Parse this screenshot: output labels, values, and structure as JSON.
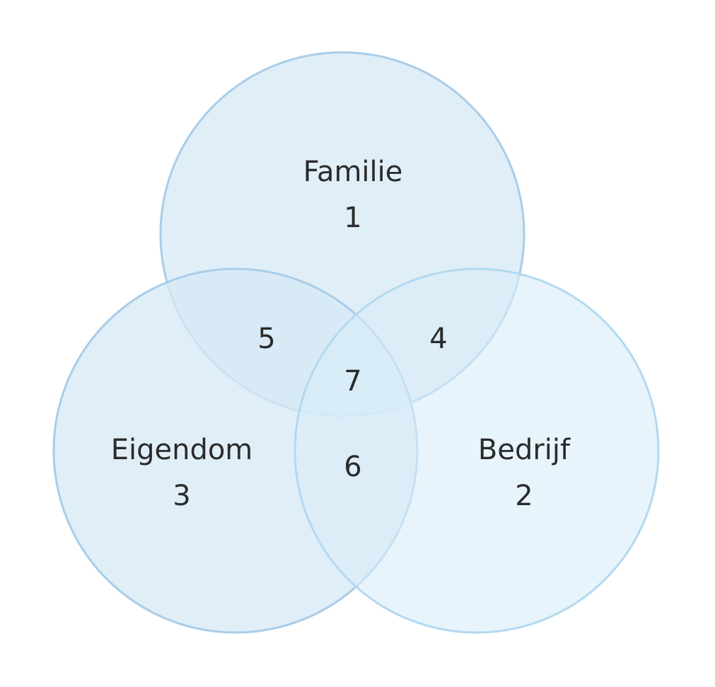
{
  "circles": [
    {
      "name": "Familie",
      "number": "1",
      "fill": "#d6e8f5",
      "stroke": "#a9cde8"
    },
    {
      "name": "Bedrijf",
      "number": "2",
      "fill": "#d9edf9",
      "stroke": "#b3d9f1"
    },
    {
      "name": "Eigendom",
      "number": "3",
      "fill": "#d6e8f5",
      "stroke": "#a9cde8"
    }
  ],
  "regions": {
    "familie_bedrijf": "4",
    "familie_eigendom": "5",
    "bedrijf_eigendom": "6",
    "all_three": "7"
  }
}
